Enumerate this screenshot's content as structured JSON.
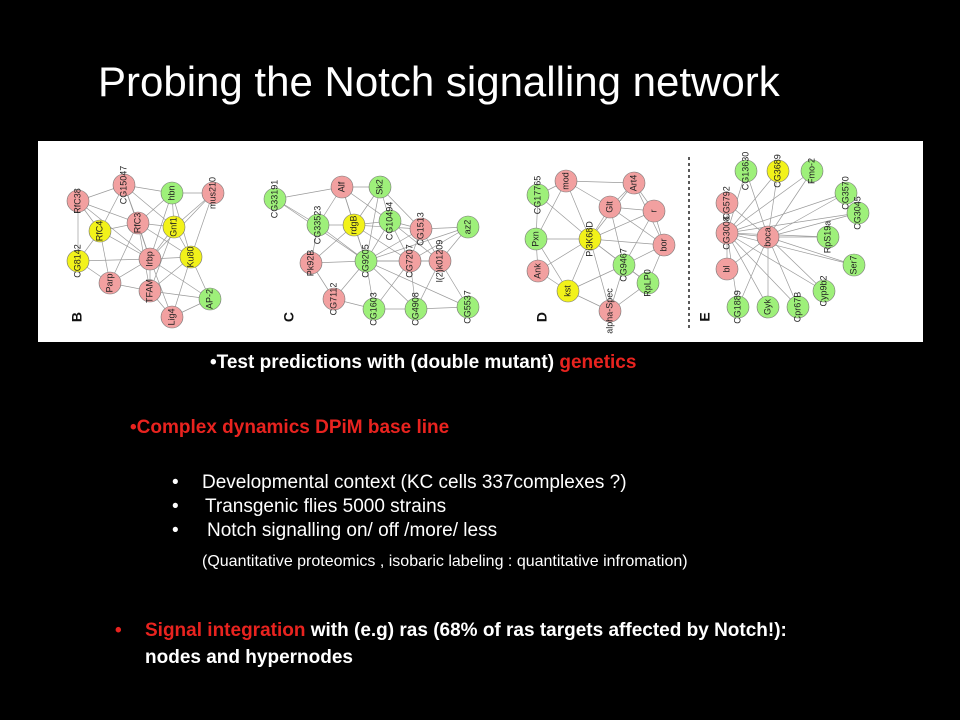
{
  "slide": {
    "title": "Probing the Notch signalling network",
    "test_predictions": {
      "prefix": "•Test predictions with (double mutant)",
      "highlight": "genetics"
    },
    "complex_dynamics": "•Complex dynamics DPiM base line",
    "bullets": [
      {
        "marker": "•",
        "text": "Developmental context (KC cells  337complexes ?)"
      },
      {
        "marker": "•",
        "text": "Transgenic flies 5000 strains"
      },
      {
        "marker": "•",
        "text": "Notch signalling on/ off /more/ less"
      }
    ],
    "note": "(Quantitative proteomics , isobaric labeling : quantitative infromation)",
    "signal_integration": {
      "marker": "•",
      "highlight": "Signal integration",
      "rest": "with (e.g)   ras  (68%  of ras targets affected by Notch!): nodes and hypernodes"
    }
  },
  "figure": {
    "colors": {
      "pink": "#f2a0a0",
      "yellow": "#f2f21a",
      "green": "#9ef07a",
      "edge": "#9a9a9a"
    },
    "panels": [
      {
        "letter": "B",
        "nodes": [
          {
            "label": "RfC38",
            "color": "pink"
          },
          {
            "label": "CG15047",
            "color": "pink"
          },
          {
            "label": "hbn",
            "color": "green"
          },
          {
            "label": "mus210",
            "color": "pink"
          },
          {
            "label": "RfC4",
            "color": "yellow"
          },
          {
            "label": "RfC3",
            "color": "pink"
          },
          {
            "label": "Gnf1",
            "color": "yellow"
          },
          {
            "label": "CG8142",
            "color": "yellow"
          },
          {
            "label": "Irbp",
            "color": "pink"
          },
          {
            "label": "Ku80",
            "color": "yellow"
          },
          {
            "label": "Parp",
            "color": "pink"
          },
          {
            "label": "TFAM",
            "color": "pink"
          },
          {
            "label": "AP-2",
            "color": "green"
          },
          {
            "label": "Lig4",
            "color": "pink"
          }
        ]
      },
      {
        "letter": "C",
        "nodes": [
          {
            "label": "CG33191",
            "color": "green"
          },
          {
            "label": "Alf",
            "color": "pink"
          },
          {
            "label": "Sk2",
            "color": "green"
          },
          {
            "label": "CG33523",
            "color": "green"
          },
          {
            "label": "rdgB",
            "color": "yellow"
          },
          {
            "label": "CG10494",
            "color": "green"
          },
          {
            "label": "CG1513",
            "color": "pink"
          },
          {
            "label": "az2",
            "color": "green"
          },
          {
            "label": "Pk92B",
            "color": "pink"
          },
          {
            "label": "CG9205",
            "color": "green"
          },
          {
            "label": "CG7207",
            "color": "pink"
          },
          {
            "label": "l(2)k01209",
            "color": "pink"
          },
          {
            "label": "CG7112",
            "color": "pink"
          },
          {
            "label": "CG1603",
            "color": "green"
          },
          {
            "label": "CG4908",
            "color": "green"
          },
          {
            "label": "CG5537",
            "color": "green"
          }
        ]
      },
      {
        "letter": "D",
        "nodes": [
          {
            "label": "CG17765",
            "color": "green"
          },
          {
            "label": "mod",
            "color": "pink"
          },
          {
            "label": "Art4",
            "color": "pink"
          },
          {
            "label": "Pxn",
            "color": "green"
          },
          {
            "label": "Glt",
            "color": "pink"
          },
          {
            "label": "r",
            "color": "pink"
          },
          {
            "label": "Pi3K68D",
            "color": "yellow"
          },
          {
            "label": "bor",
            "color": "pink"
          },
          {
            "label": "Ank",
            "color": "pink"
          },
          {
            "label": "CG9467",
            "color": "green"
          },
          {
            "label": "kst",
            "color": "yellow"
          },
          {
            "label": "RpLP0",
            "color": "green"
          },
          {
            "label": "alpha-Spec",
            "color": "pink"
          }
        ]
      },
      {
        "letter": "E",
        "nodes": [
          {
            "label": "CG13630",
            "color": "green"
          },
          {
            "label": "CG3689",
            "color": "yellow"
          },
          {
            "label": "Fmo-2",
            "color": "green"
          },
          {
            "label": "CG5792",
            "color": "pink"
          },
          {
            "label": "CG3570",
            "color": "green"
          },
          {
            "label": "CG3045",
            "color": "green"
          },
          {
            "label": "CG3008",
            "color": "pink"
          },
          {
            "label": "boca",
            "color": "pink"
          },
          {
            "label": "RpS19a",
            "color": "green"
          },
          {
            "label": "bl",
            "color": "pink"
          },
          {
            "label": "Ser7",
            "color": "green"
          },
          {
            "label": "Cyp9b2",
            "color": "green"
          },
          {
            "label": "CG1889",
            "color": "green"
          },
          {
            "label": "Gyk",
            "color": "green"
          },
          {
            "label": "Cpr67B",
            "color": "green"
          }
        ]
      }
    ]
  }
}
